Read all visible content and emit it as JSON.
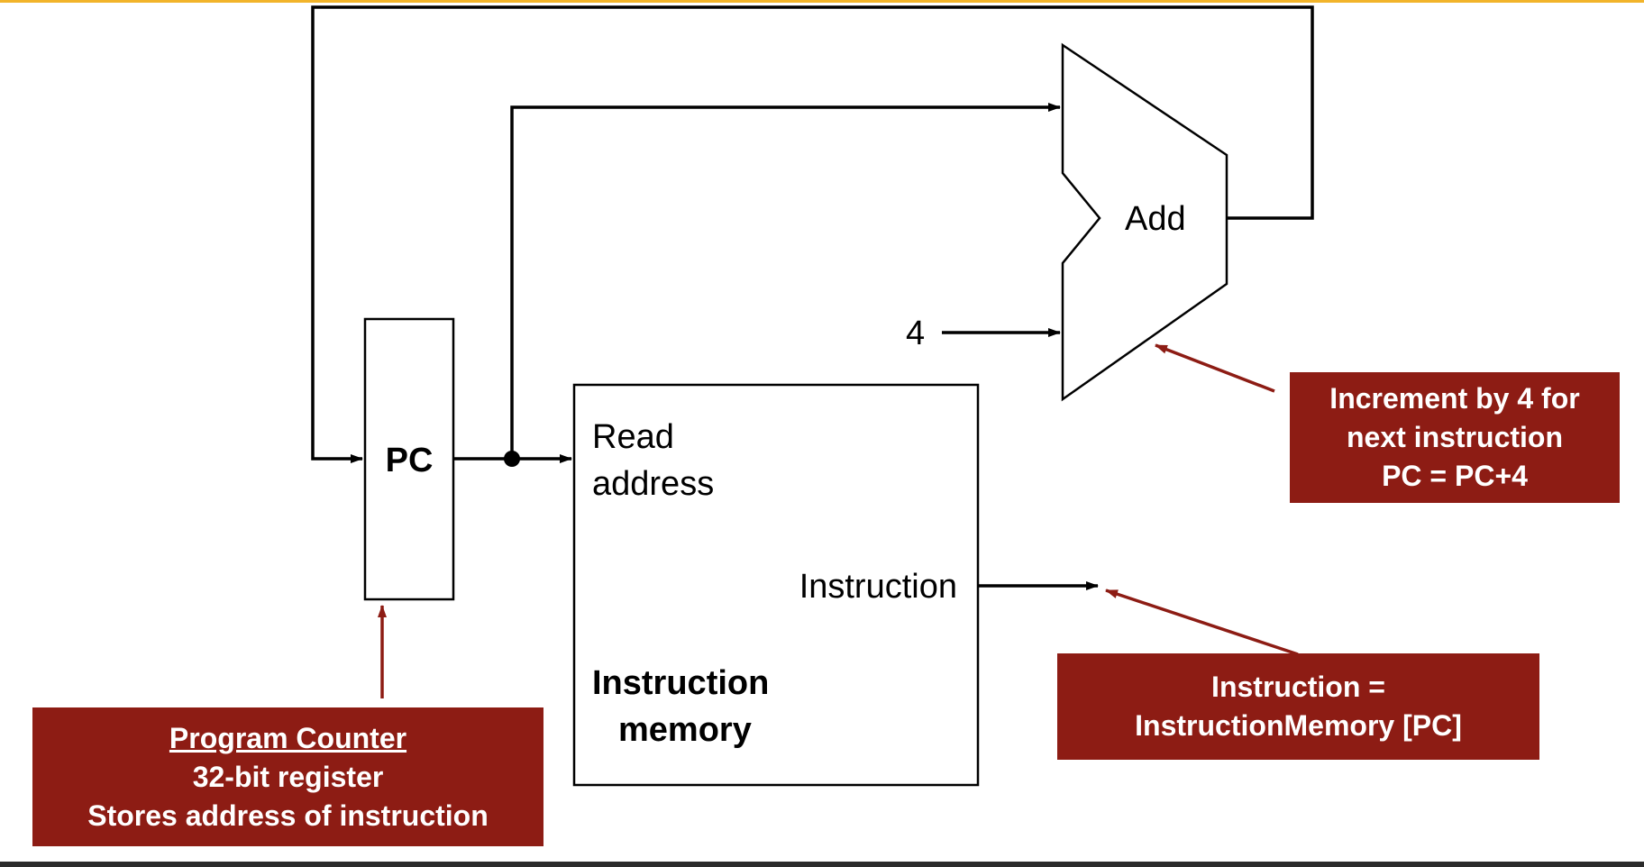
{
  "colors": {
    "accent_bar": "#f2b42a",
    "callout_bg": "#8d1c14",
    "callout_arrow": "#8d1c14",
    "line": "#000000",
    "footer_bar": "#2b2b2b"
  },
  "diagram": {
    "pc_label": "PC",
    "add_label": "Add",
    "constant_label": "4",
    "memory": {
      "input_line1": "Read",
      "input_line2": "address",
      "output_label": "Instruction",
      "title_line1": "Instruction",
      "title_line2": "memory"
    }
  },
  "callouts": {
    "pc": {
      "title": "Program Counter",
      "line2": "32-bit register",
      "line3": "Stores address of instruction"
    },
    "adder": {
      "line1": "Increment by 4 for",
      "line2": "next instruction",
      "line3": "PC = PC+4"
    },
    "instruction": {
      "line1": "Instruction =",
      "line2": "InstructionMemory [PC]"
    }
  }
}
